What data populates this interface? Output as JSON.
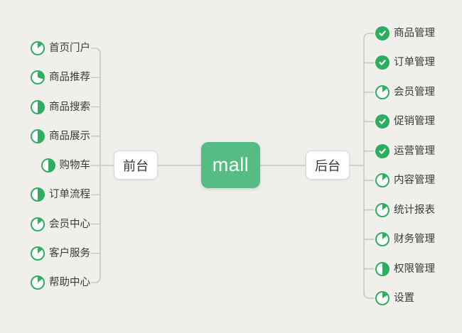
{
  "colors": {
    "background": "#f0efec",
    "node_green": "#55bd84",
    "icon_green": "#2fae61",
    "check_green": "#2cae60",
    "line_gray": "#c7c7c5",
    "text": "#3a3a3a"
  },
  "root": {
    "label": "mall"
  },
  "front_branch": {
    "label": "前台",
    "items": [
      {
        "label": "首页门户",
        "status": "in-progress",
        "progress": 0.14
      },
      {
        "label": "商品推荐",
        "status": "in-progress",
        "progress": 0.3
      },
      {
        "label": "商品搜索",
        "status": "in-progress",
        "progress": 0.5
      },
      {
        "label": "商品展示",
        "status": "in-progress",
        "progress": 0.5
      },
      {
        "label": "购物车",
        "status": "in-progress",
        "progress": 0.5
      },
      {
        "label": "订单流程",
        "status": "in-progress",
        "progress": 0.5
      },
      {
        "label": "会员中心",
        "status": "in-progress",
        "progress": 0.14
      },
      {
        "label": "客户服务",
        "status": "in-progress",
        "progress": 0.14
      },
      {
        "label": "帮助中心",
        "status": "in-progress",
        "progress": 0.14
      }
    ]
  },
  "back_branch": {
    "label": "后台",
    "items": [
      {
        "label": "商品管理",
        "status": "done",
        "progress": 1
      },
      {
        "label": "订单管理",
        "status": "done",
        "progress": 1
      },
      {
        "label": "会员管理",
        "status": "in-progress",
        "progress": 0.14
      },
      {
        "label": "促销管理",
        "status": "done",
        "progress": 1
      },
      {
        "label": "运营管理",
        "status": "done",
        "progress": 1
      },
      {
        "label": "内容管理",
        "status": "in-progress",
        "progress": 0.14
      },
      {
        "label": "统计报表",
        "status": "in-progress",
        "progress": 0.14
      },
      {
        "label": "财务管理",
        "status": "in-progress",
        "progress": 0.14
      },
      {
        "label": "权限管理",
        "status": "in-progress",
        "progress": 0.5
      },
      {
        "label": "设置",
        "status": "in-progress",
        "progress": 0.16
      }
    ]
  }
}
